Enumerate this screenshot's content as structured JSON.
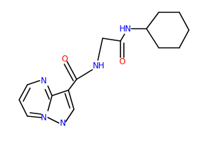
{
  "molecule": {
    "labels": {
      "nh_cyclohexyl": "N",
      "h_cyclohexyl": "H",
      "o_amide_right": "O",
      "nh_linker": "N",
      "h_linker": "H",
      "o_carboxamide": "O",
      "n_ring_4": "N",
      "n_bridge": "N",
      "n_pyrazole": "N"
    },
    "colors": {
      "bond": "#000000",
      "nitrogen": "#0000ff",
      "oxygen": "#ff0000"
    }
  }
}
